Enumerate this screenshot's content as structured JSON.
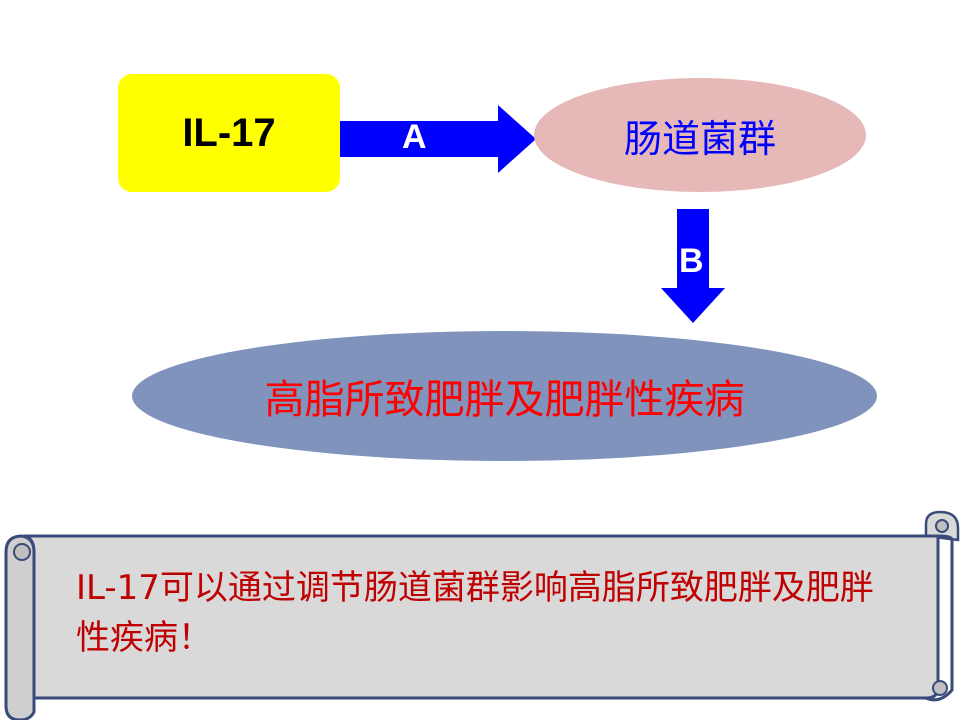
{
  "diagram": {
    "source_node": {
      "label": "IL-17"
    },
    "gut_node": {
      "label": "肠道菌群"
    },
    "disease_node": {
      "label": "高脂所致肥胖及肥胖性疾病"
    },
    "arrow_a": {
      "label": "A"
    },
    "arrow_b": {
      "label": "B"
    }
  },
  "conclusion": {
    "text": "IL-17可以通过调节肠道菌群影响高脂所致肥胖及肥胖性疾病！"
  },
  "colors": {
    "arrow": "#0000ff",
    "source_fill": "#ffff00",
    "gut_fill": "#e6b8b7",
    "gut_text": "#0000ff",
    "disease_fill": "#7f93bd",
    "disease_text": "#ff0000",
    "scroll_fill": "#d9d9d9",
    "scroll_border": "#3a4a7a",
    "conclusion_text": "#c00000"
  }
}
